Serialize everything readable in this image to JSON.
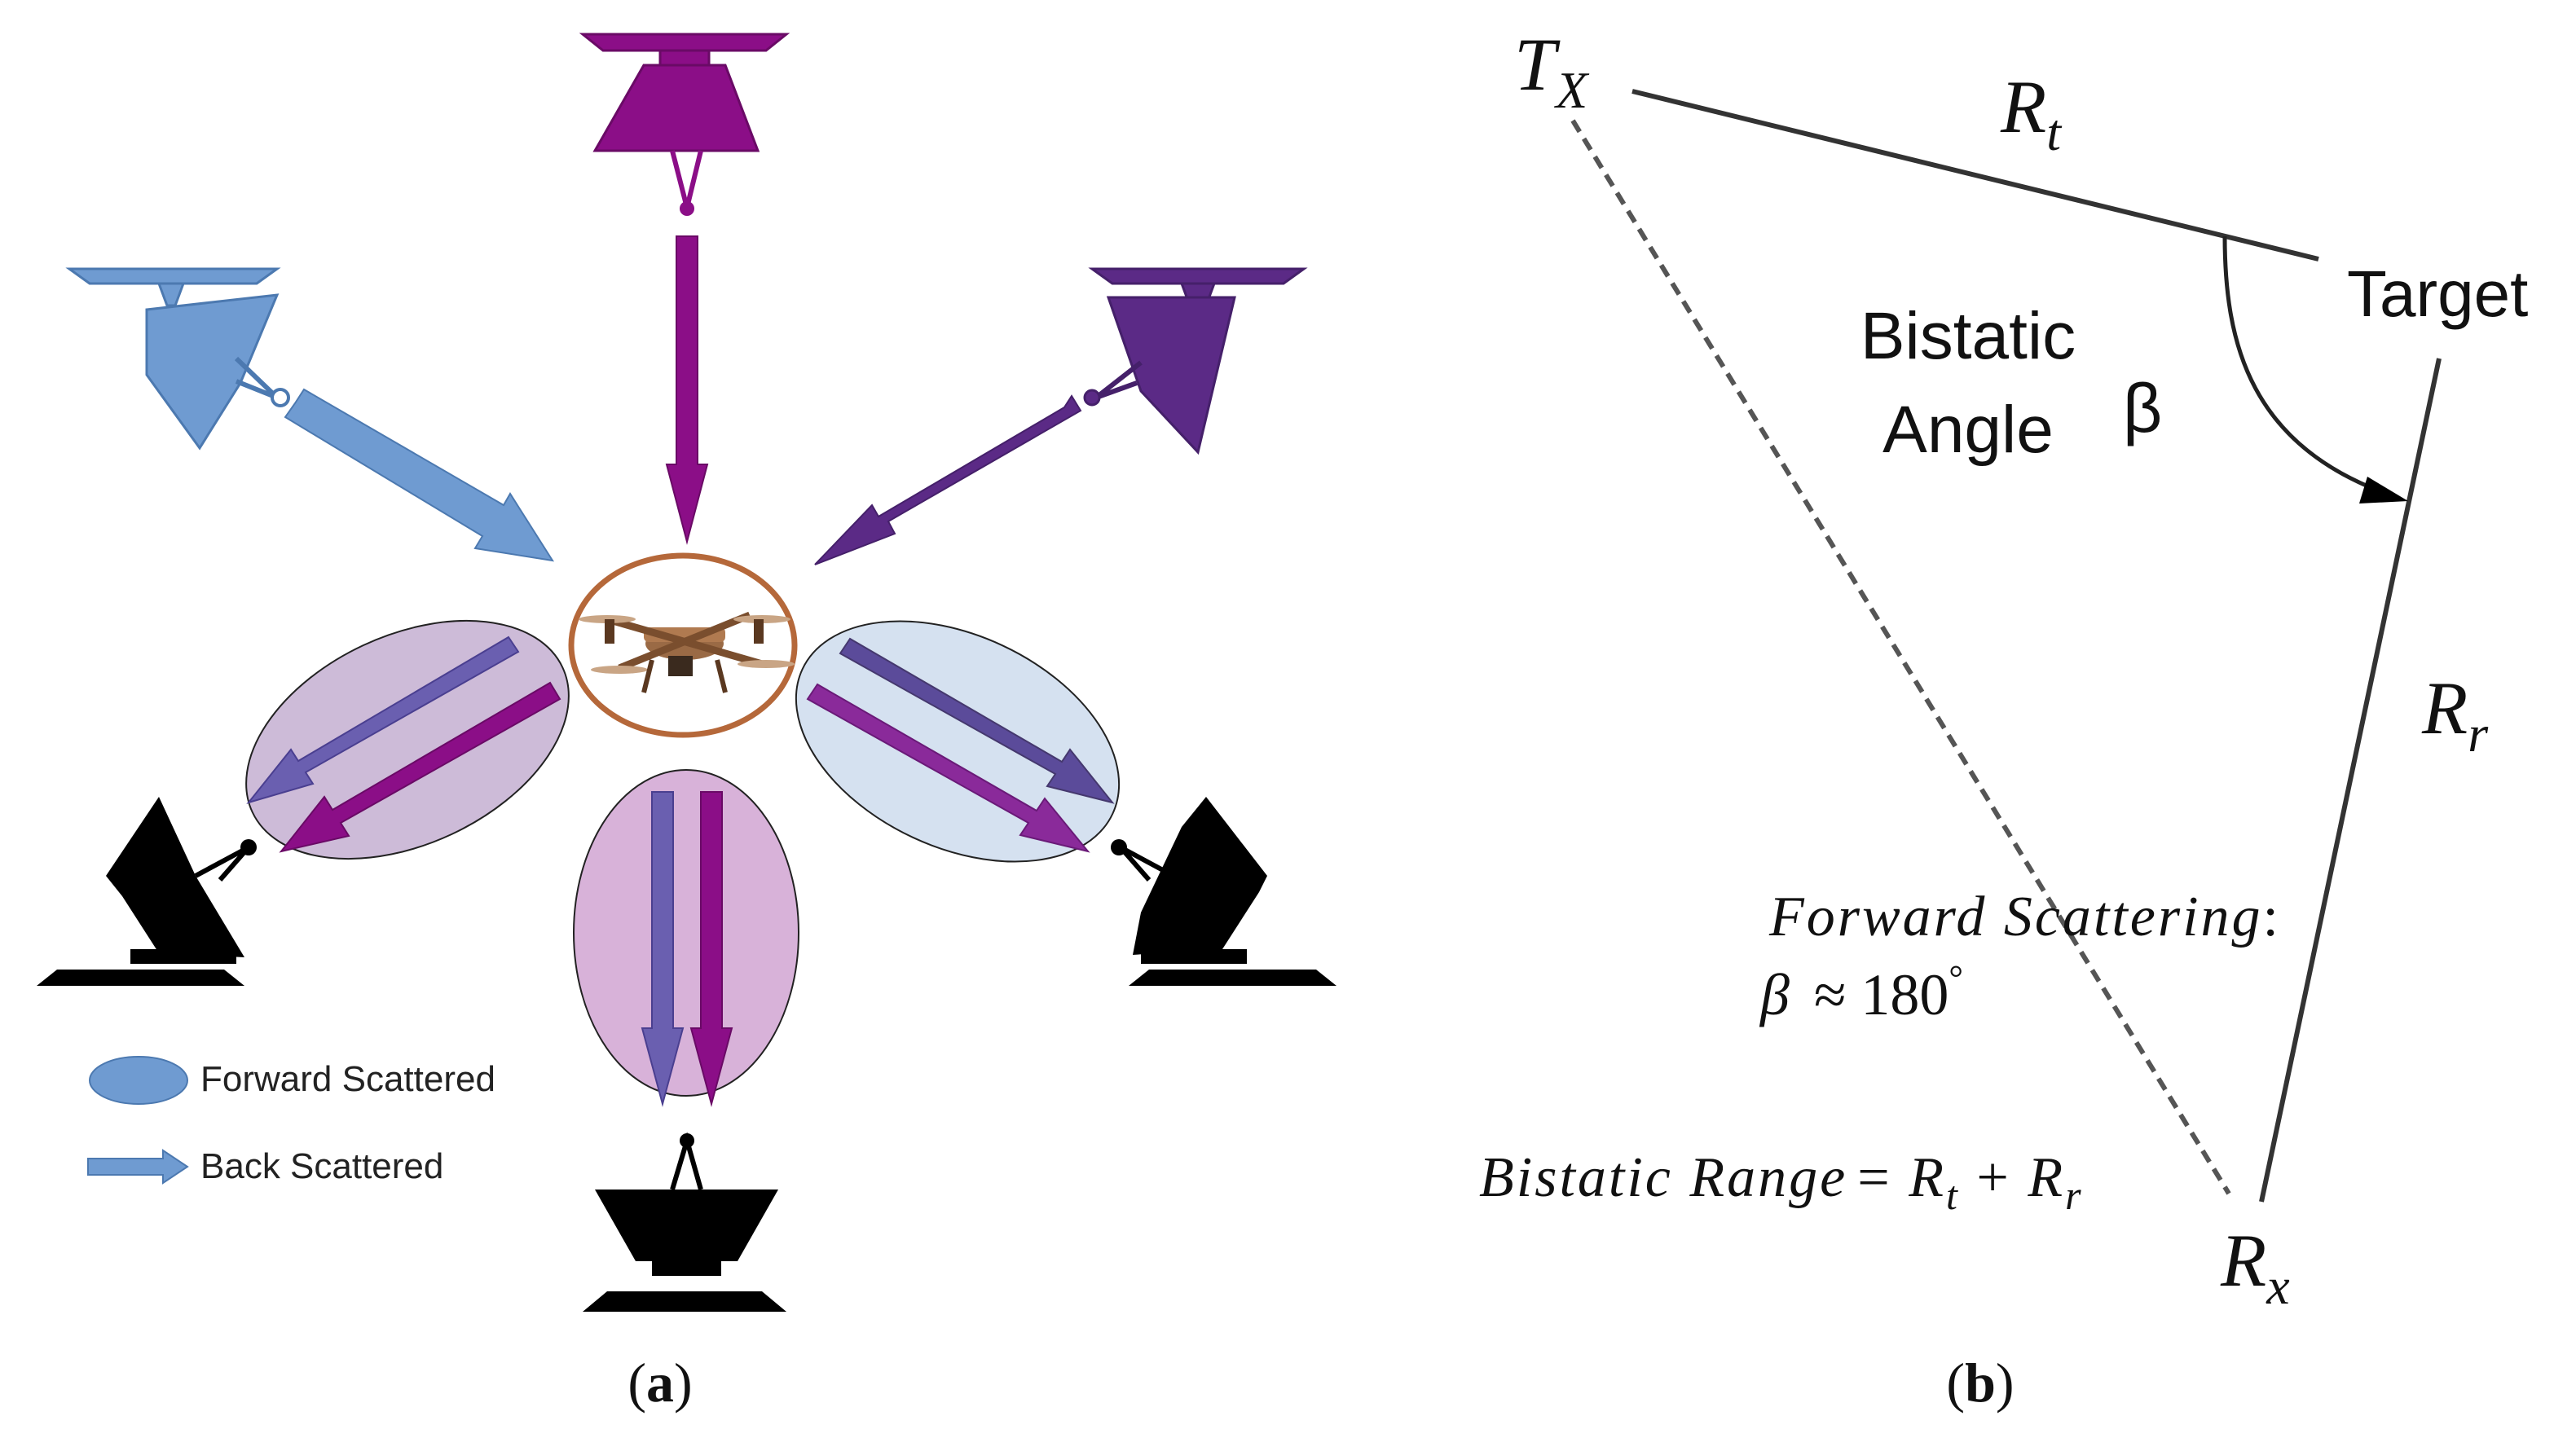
{
  "panel_a": {
    "caption": {
      "open": "(",
      "letter": "a",
      "close": ")"
    },
    "legend": {
      "forward": "Forward Scattered",
      "back": "Back Scattered"
    }
  },
  "panel_b": {
    "caption": {
      "open": "(",
      "letter": "b",
      "close": ")"
    },
    "tx": {
      "main": "T",
      "sub": "X"
    },
    "rt": {
      "main": "R",
      "sub": "t"
    },
    "rr": {
      "main": "R",
      "sub": "r"
    },
    "rx": {
      "main": "R",
      "sub": "x"
    },
    "target": "Target",
    "bistatic_angle_line1": "Bistatic",
    "bistatic_angle_line2": "Angle",
    "beta": "β",
    "forward_scattering": "Forward Scattering",
    "forward_colon": ":",
    "forward_eq_beta": "β",
    "forward_eq_approx": "≈ 180",
    "forward_eq_deg": "°",
    "bistatic_range_label": "Bistatic Range",
    "bistatic_range_eq": "= ",
    "br_r1": "R",
    "br_r1_sub": "t",
    "br_plus": " + ",
    "br_r2": "R",
    "br_r2_sub": "r"
  },
  "colors": {
    "light_blue": "#6F9BD1",
    "purple": "#8B0E87",
    "dark_purple": "#5B2A86",
    "mid_blue_purple": "#6A5FB0",
    "drone_ring": "#B5683A",
    "ellipse_left": "#CDBBD8",
    "ellipse_right": "#D5E1F0",
    "ellipse_bottom": "#D8B2D9"
  }
}
